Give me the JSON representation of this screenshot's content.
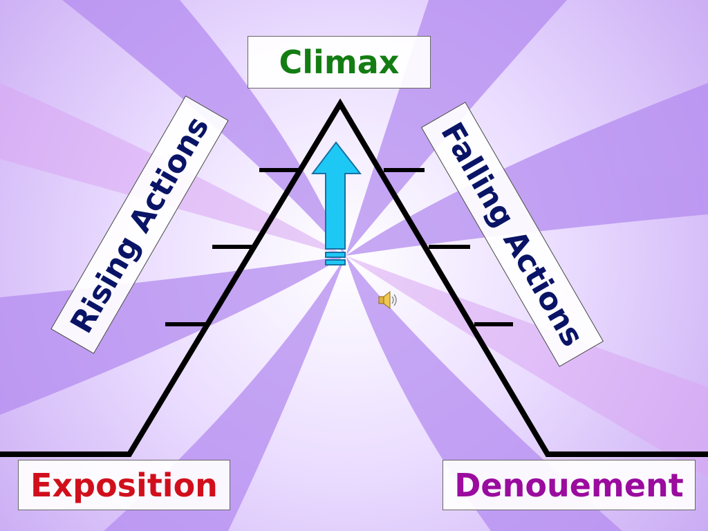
{
  "labels": {
    "climax": "Climax",
    "rising": "Rising Actions",
    "falling": "Falling Actions",
    "exposition": "Exposition",
    "denouement": "Denouement"
  },
  "colors": {
    "climax": "#137d13",
    "exposition": "#d10f1c",
    "denouement": "#9a0b9e",
    "rotated_text": "#0a1466",
    "arrow": "#1ec8f5",
    "background_purple": "#b48cf0",
    "background_light": "#f4ecff"
  },
  "icons": {
    "arrow": "up-arrow-icon",
    "sound": "speaker-icon"
  }
}
